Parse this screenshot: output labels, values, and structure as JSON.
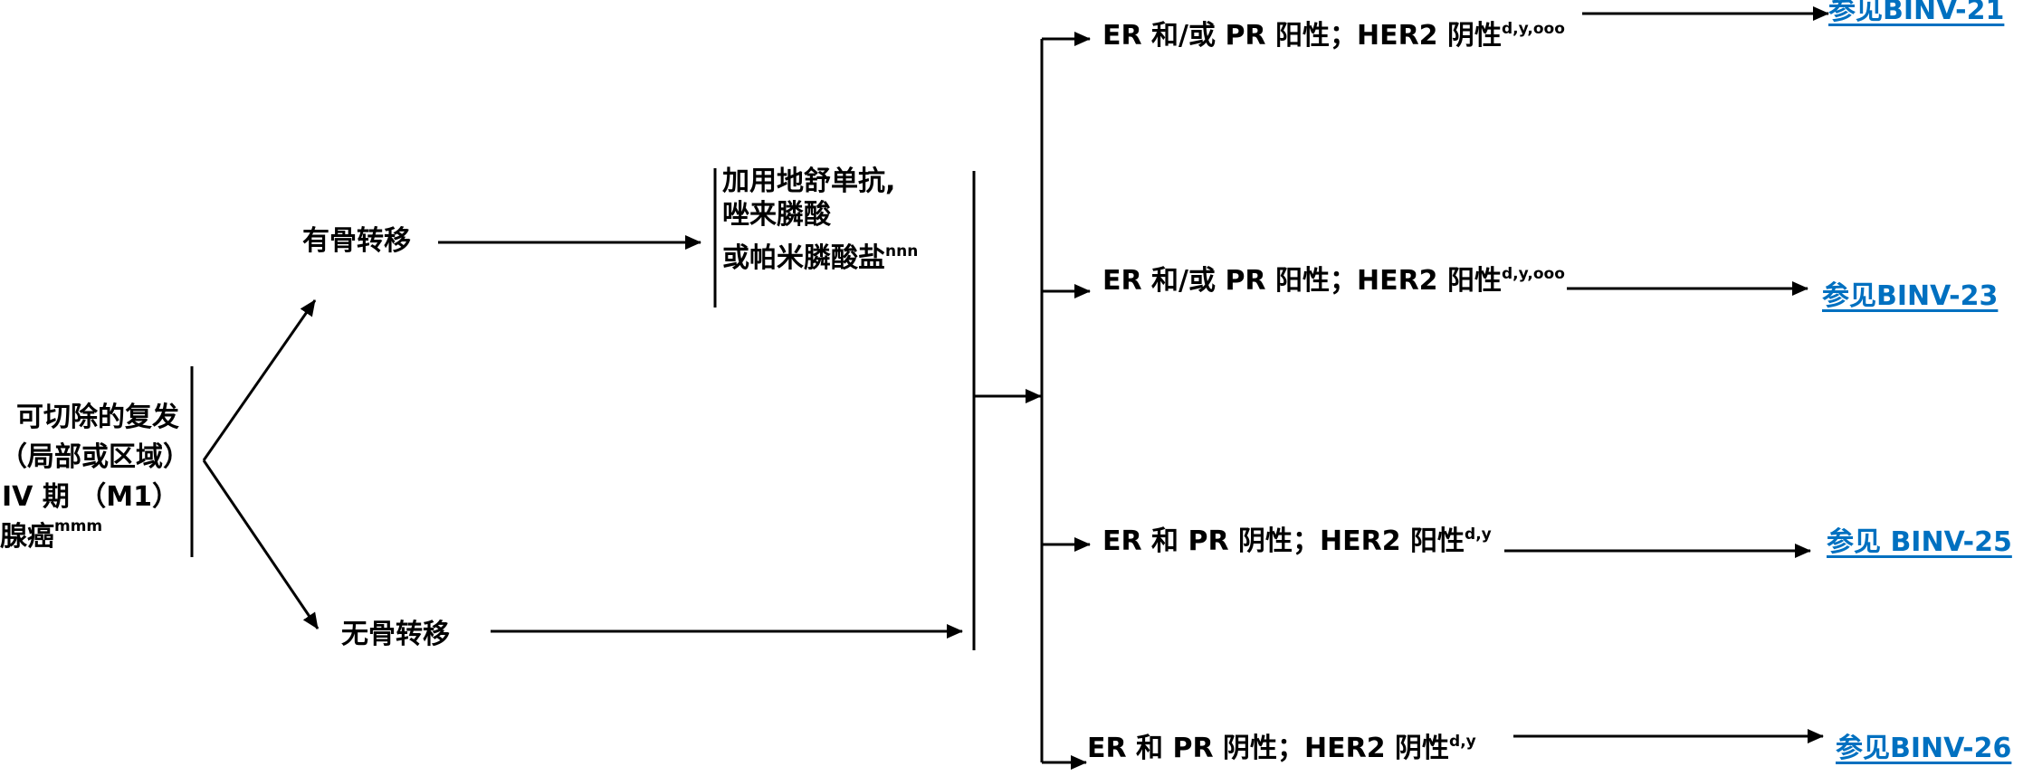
{
  "colors": {
    "link": "#0070C0",
    "line": "#000000"
  },
  "root": {
    "lines": [
      "可切除的复发",
      "（局部或区域）",
      "IV 期 （M1）",
      "腺癌"
    ],
    "sup": "mmm"
  },
  "bone_mets": {
    "label": "有骨转移"
  },
  "no_bone_mets": {
    "label": "无骨转移"
  },
  "bone_treatment": {
    "lines": [
      "加用地舒单抗,",
      "唑来膦酸",
      "或帕米膦酸盐"
    ],
    "sup": "nnn"
  },
  "branches": [
    {
      "label": "ER 和/或 PR 阳性；HER2 阴性",
      "sup": "d,y,ooo",
      "link": "参见BINV-21"
    },
    {
      "label": "ER 和/或 PR 阳性；HER2 阳性",
      "sup": "d,y,ooo",
      "link": "参见BINV-23"
    },
    {
      "label": "ER 和 PR 阴性；HER2 阳性",
      "sup": "d,y",
      "link": "参见 BINV-25"
    },
    {
      "label": "ER 和 PR 阴性；HER2 阴性",
      "sup": "d,y",
      "link": "参见BINV-26"
    }
  ]
}
